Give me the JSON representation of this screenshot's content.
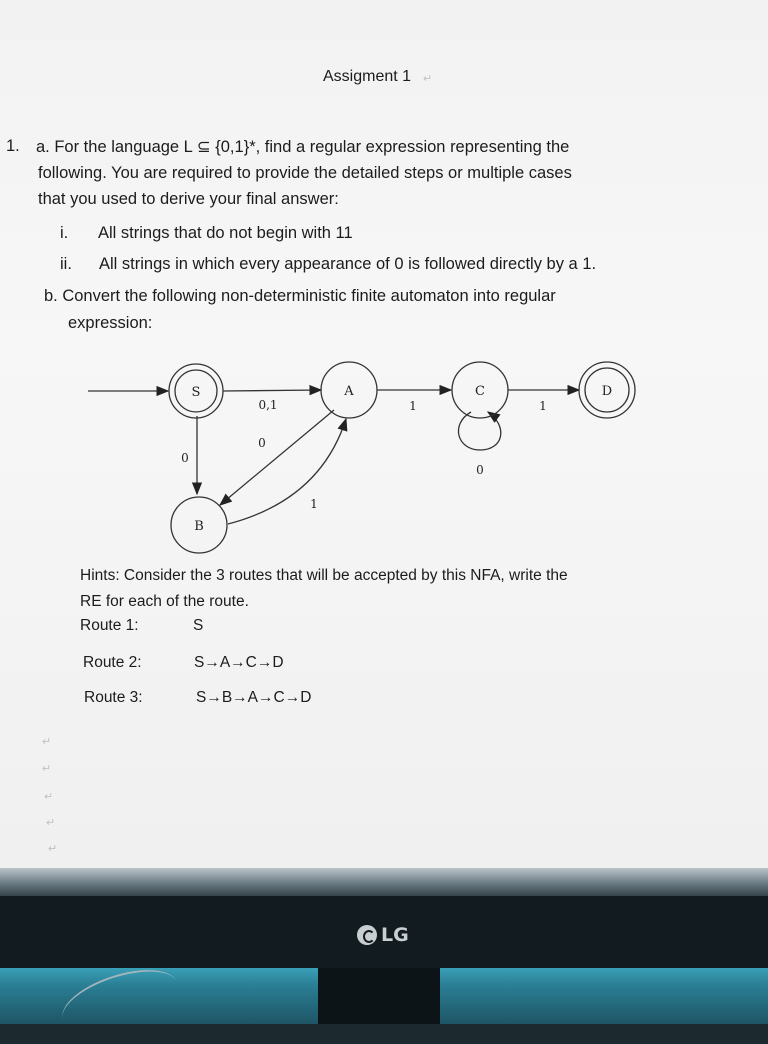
{
  "document": {
    "title": "Assigment 1",
    "q1a_number": "1.",
    "q1a_line1": "a. For the language L ⊆ {0,1}*, find a regular expression representing the",
    "q1a_line2": "following. You are required to provide the detailed steps or multiple cases",
    "q1a_line3": "that you used to derive your final answer:",
    "item_i_label": "i.",
    "item_i_text": "All strings that do not begin with 11",
    "item_ii_label": "ii.",
    "item_ii_text": "All strings in which every appearance of 0 is followed directly by a 1.",
    "q1b_line1": "b. Convert the following non-deterministic finite automaton into regular",
    "q1b_line2": "expression:",
    "hints_line1": "Hints: Consider the 3 routes that will be accepted by this NFA, write the",
    "hints_line2": "RE for each of the route.",
    "routes": [
      {
        "label": "Route 1:",
        "path": "S"
      },
      {
        "label": "Route 2:",
        "path": "S→A→C→D"
      },
      {
        "label": "Route 3:",
        "path": "S→B→A→C→D"
      }
    ]
  },
  "automaton": {
    "states": {
      "s": "S",
      "a": "A",
      "c": "C",
      "d": "D",
      "b": "B"
    },
    "accepting": [
      "S",
      "D"
    ],
    "edges": {
      "s_a": "0,1",
      "s_b": "0",
      "b_a": "1",
      "a_b": "0",
      "a_c": "1",
      "c_c": "0",
      "c_d": "1"
    }
  },
  "monitor": {
    "brand": "LG"
  }
}
